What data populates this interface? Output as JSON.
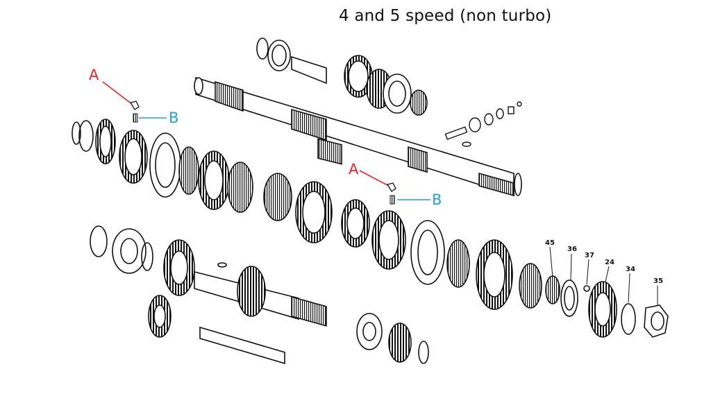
{
  "title": "4 and 5 speed (non turbo)",
  "callouts": [
    {
      "letter": "A",
      "color": "#e4262b"
    },
    {
      "letter": "B",
      "color": "#2d9ad8"
    },
    {
      "letter": "A",
      "color": "#e4262b"
    },
    {
      "letter": "B",
      "color": "#2d9ad8"
    }
  ],
  "part_numbers": [
    "45",
    "36",
    "37",
    "24",
    "34",
    "35"
  ],
  "colors": {
    "ink": "#111111",
    "callout_red": "#e4262b",
    "callout_blue": "#2d9ad8"
  }
}
